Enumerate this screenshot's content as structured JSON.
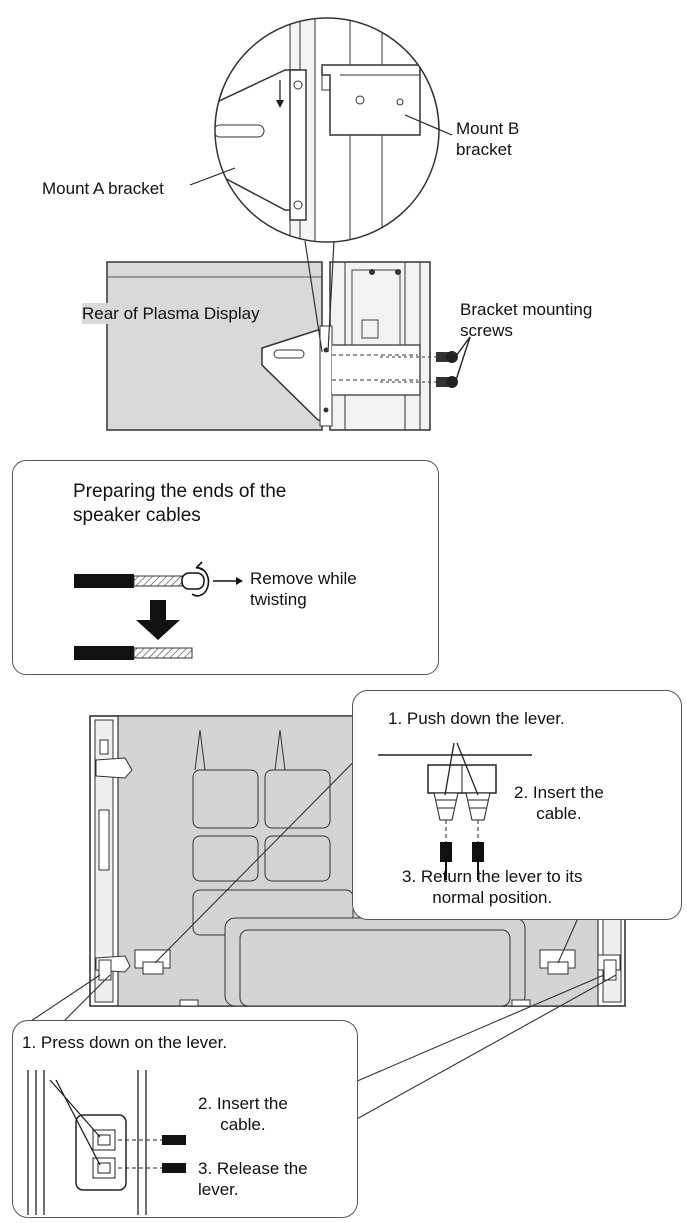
{
  "mount": {
    "mount_b_label": "Mount B\nbracket",
    "mount_a_label": "Mount A bracket",
    "rear_label": "Rear of Plasma Display",
    "screws_label": "Bracket mounting\nscrews"
  },
  "speaker_prep": {
    "title": "Preparing the ends of the\nspeaker cables",
    "remove_label": "Remove while\ntwisting"
  },
  "top_right": {
    "step1": "1. Push down the lever.",
    "step2": "2.  Insert the\ncable.",
    "step3": "3.  Return the lever to its\nnormal position."
  },
  "bottom_left": {
    "step1": "1. Press down on the lever.",
    "step2": "2.  Insert the\ncable.",
    "step3": "3.  Release the\nlever."
  }
}
